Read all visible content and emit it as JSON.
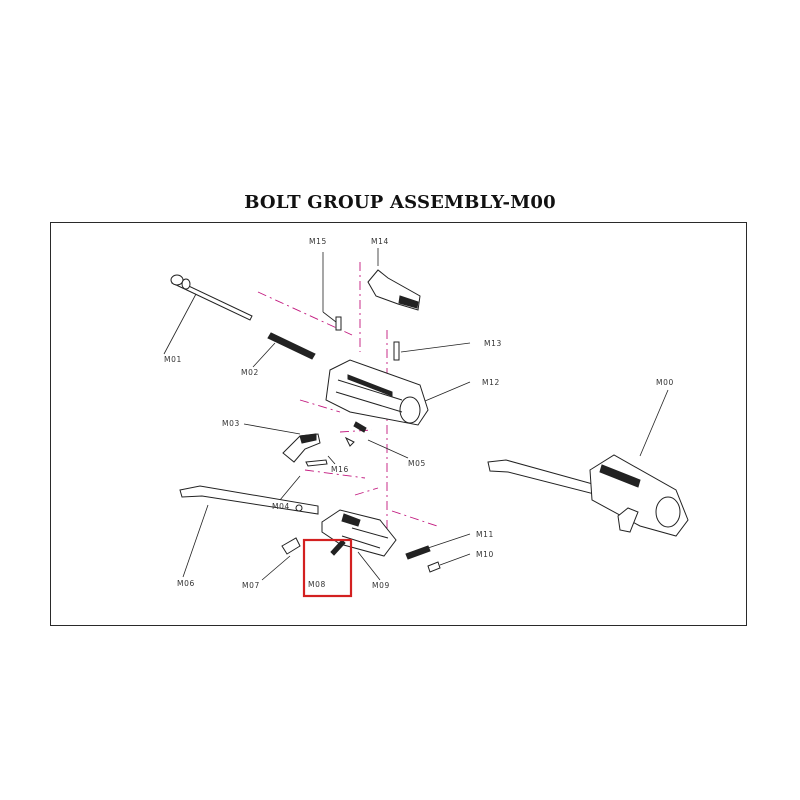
{
  "title": "BOLT GROUP ASSEMBLY-M00",
  "highlight_color": "#d32020",
  "guide_color": "#c2187e",
  "parts": [
    {
      "id": "M01",
      "label": "M01"
    },
    {
      "id": "M02",
      "label": "M02"
    },
    {
      "id": "M03",
      "label": "M03"
    },
    {
      "id": "M04",
      "label": "M04"
    },
    {
      "id": "M05",
      "label": "M05"
    },
    {
      "id": "M06",
      "label": "M06"
    },
    {
      "id": "M07",
      "label": "M07"
    },
    {
      "id": "M08",
      "label": "M08",
      "highlighted": true
    },
    {
      "id": "M09",
      "label": "M09"
    },
    {
      "id": "M10",
      "label": "M10"
    },
    {
      "id": "M11",
      "label": "M11"
    },
    {
      "id": "M12",
      "label": "M12"
    },
    {
      "id": "M13",
      "label": "M13"
    },
    {
      "id": "M14",
      "label": "M14"
    },
    {
      "id": "M15",
      "label": "M15"
    },
    {
      "id": "M16",
      "label": "M16"
    },
    {
      "id": "M00",
      "label": "M00"
    }
  ]
}
